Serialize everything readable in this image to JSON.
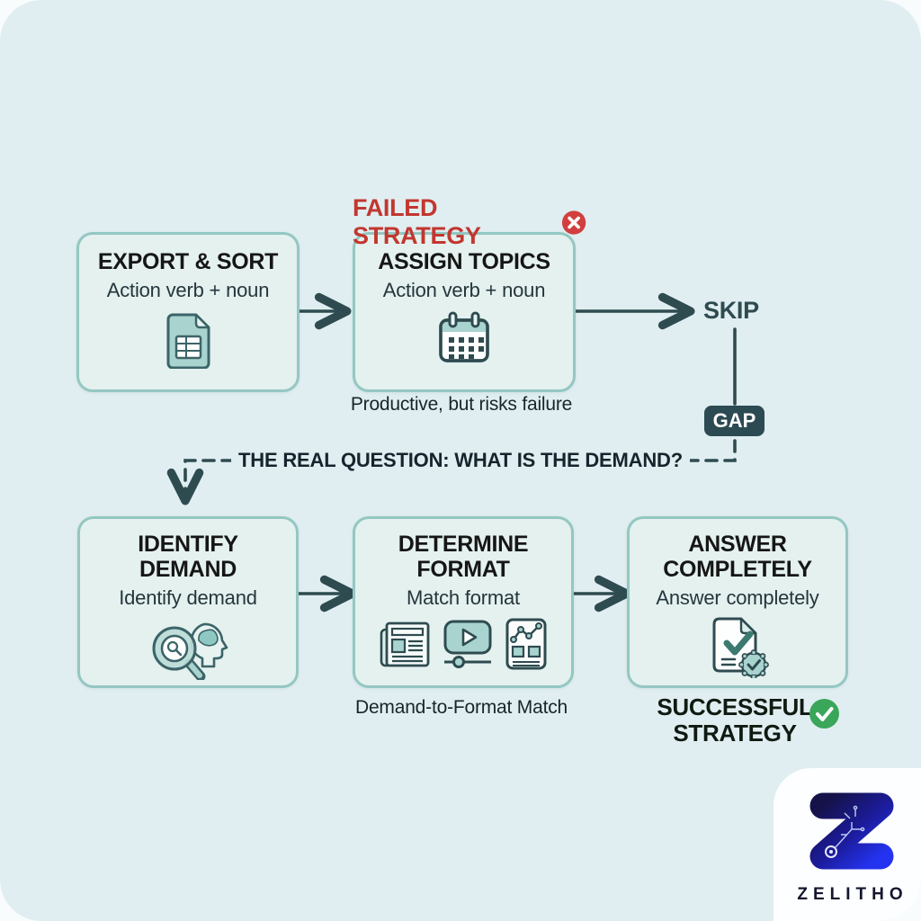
{
  "page": {
    "background_outer": "#f8fcfc",
    "background_canvas": "#e0eef1"
  },
  "failed_strategy": {
    "label": "FAILED STRATEGY",
    "color": "#c2372f",
    "icon": "x-circle-icon"
  },
  "flow_top": {
    "box_export_sort": {
      "title": "EXPORT & SORT",
      "subtitle": "Action verb + noun",
      "icon": "spreadsheet-file-icon"
    },
    "box_assign_topics": {
      "title": "ASSIGN TOPICS",
      "subtitle": "Action verb + noun",
      "icon": "calendar-icon",
      "caption": "Productive, but risks failure"
    },
    "skip_label": "SKIP",
    "gap_label": "GAP"
  },
  "connector": {
    "question_label": "THE REAL QUESTION: WHAT IS THE DEMAND?"
  },
  "flow_bottom": {
    "box_identify_demand": {
      "title": "IDENTIFY DEMAND",
      "subtitle": "Identify demand",
      "icon": "magnifier-head-icon"
    },
    "box_determine_format": {
      "title": "DETERMINE FORMAT",
      "subtitle": "Match format",
      "icons": [
        "newspaper-icon",
        "video-player-icon",
        "analytics-report-icon"
      ],
      "caption": "Demand-to-Format Match"
    },
    "box_answer_completely": {
      "title": "ANSWER COMPLETELY",
      "subtitle": "Answer completely",
      "icon": "document-check-icon"
    },
    "success_label": "SUCCESSFUL STRATEGY",
    "success_icon": "check-circle-icon"
  },
  "footer": {
    "brand": "ZELITHO",
    "logo_icon": "z-circuit-logo"
  },
  "colors": {
    "failed_red": "#c2372f",
    "x_circle_red": "#d23f3f",
    "line_teal": "#2e4b50",
    "box_border_teal": "#94c7c2",
    "box_fill_mint": "#e4f1ef",
    "icon_teal_fill": "#a9d3cf",
    "gap_badge_bg": "#2c4a52",
    "success_green": "#3aa65a",
    "brand_navy": "#15124a",
    "brand_blue": "#2433f0"
  }
}
